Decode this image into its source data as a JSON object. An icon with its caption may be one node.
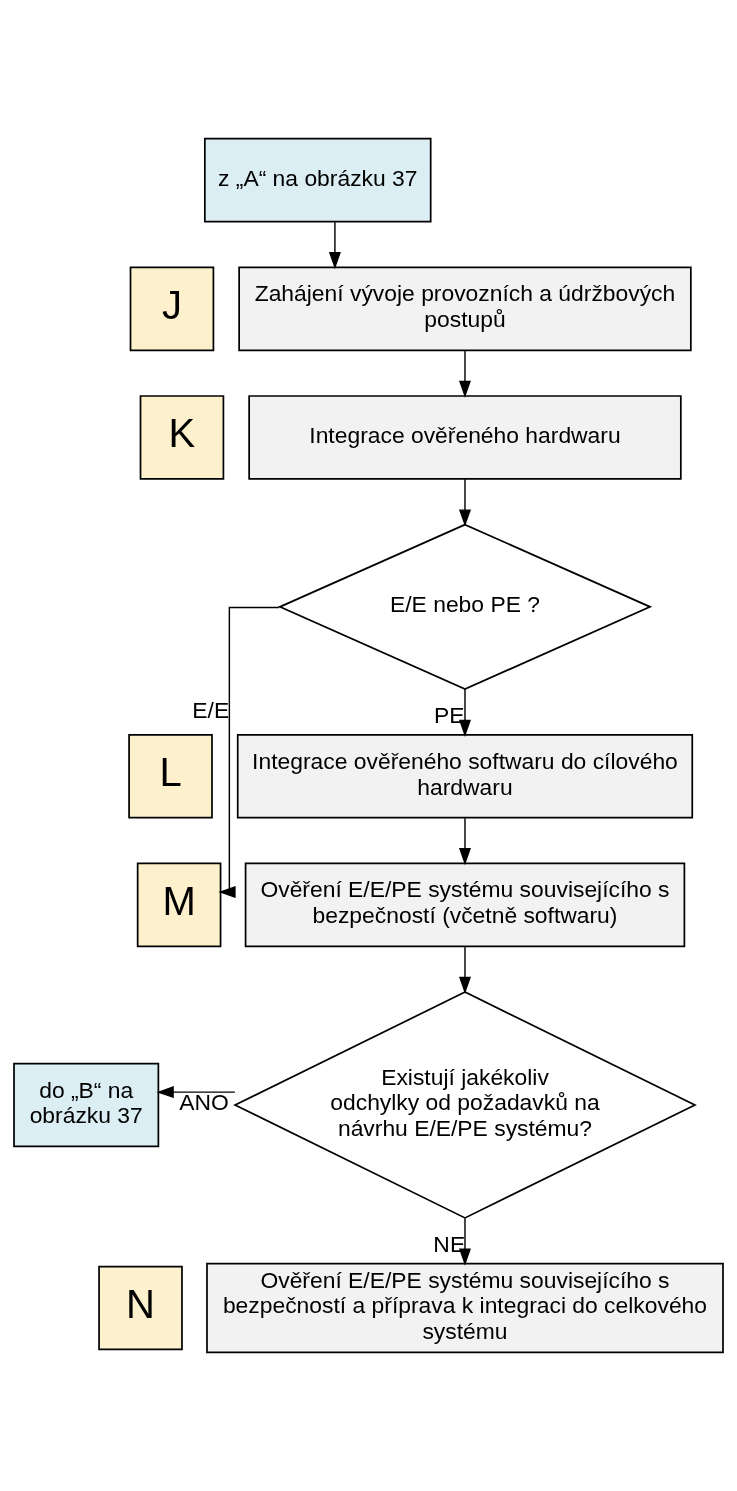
{
  "diagram": {
    "nodes": [
      {
        "text": [
          "z „A“ na obrázku 37"
        ]
      },
      {
        "text": [
          "J"
        ]
      },
      {
        "text": [
          "Zahájení vývoje provozních a údržbových postupů"
        ]
      },
      {
        "text": [
          "K"
        ]
      },
      {
        "text": [
          "Integrace ověřeného hardwaru"
        ]
      },
      {
        "text": [
          "E/E nebo PE ?"
        ]
      },
      {
        "text": [
          "L"
        ]
      },
      {
        "text": [
          "Integrace ověřeného softwaru do cílového hardwaru"
        ]
      },
      {
        "text": [
          "M"
        ]
      },
      {
        "text": [
          "Ověření E/E/PE systému souvisejícího s bezpečností (včetně softwaru)"
        ]
      },
      {
        "text": [
          "Existují jakékoliv odchylky od požadavků na návrhu E/E/PE systému?"
        ]
      },
      {
        "text": [
          "do „B“ na obrázku 37"
        ]
      },
      {
        "text": [
          "N"
        ]
      },
      {
        "text": [
          "Ověření E/E/PE systému souvisejícího s bezpečností a příprava k integraci do celkového systému"
        ]
      }
    ],
    "edges": [
      {
        "from": 0,
        "to": 2,
        "arrow": "to"
      },
      {
        "from": 2,
        "to": 4,
        "arrow": "to"
      },
      {
        "from": 4,
        "to": 5,
        "arrow": "to"
      },
      {
        "from": 5,
        "to": 7,
        "arrow": "to",
        "label": "PE"
      },
      {
        "from": 5,
        "to": 8,
        "arrow": "to",
        "label": "E/E"
      },
      {
        "from": 7,
        "to": 9,
        "arrow": "to"
      },
      {
        "from": 9,
        "to": 10,
        "arrow": "to"
      },
      {
        "from": 10,
        "to": 11,
        "arrow": "to",
        "label": "ANO"
      },
      {
        "from": 10,
        "to": 13,
        "arrow": "to",
        "label": "NE"
      }
    ]
  }
}
